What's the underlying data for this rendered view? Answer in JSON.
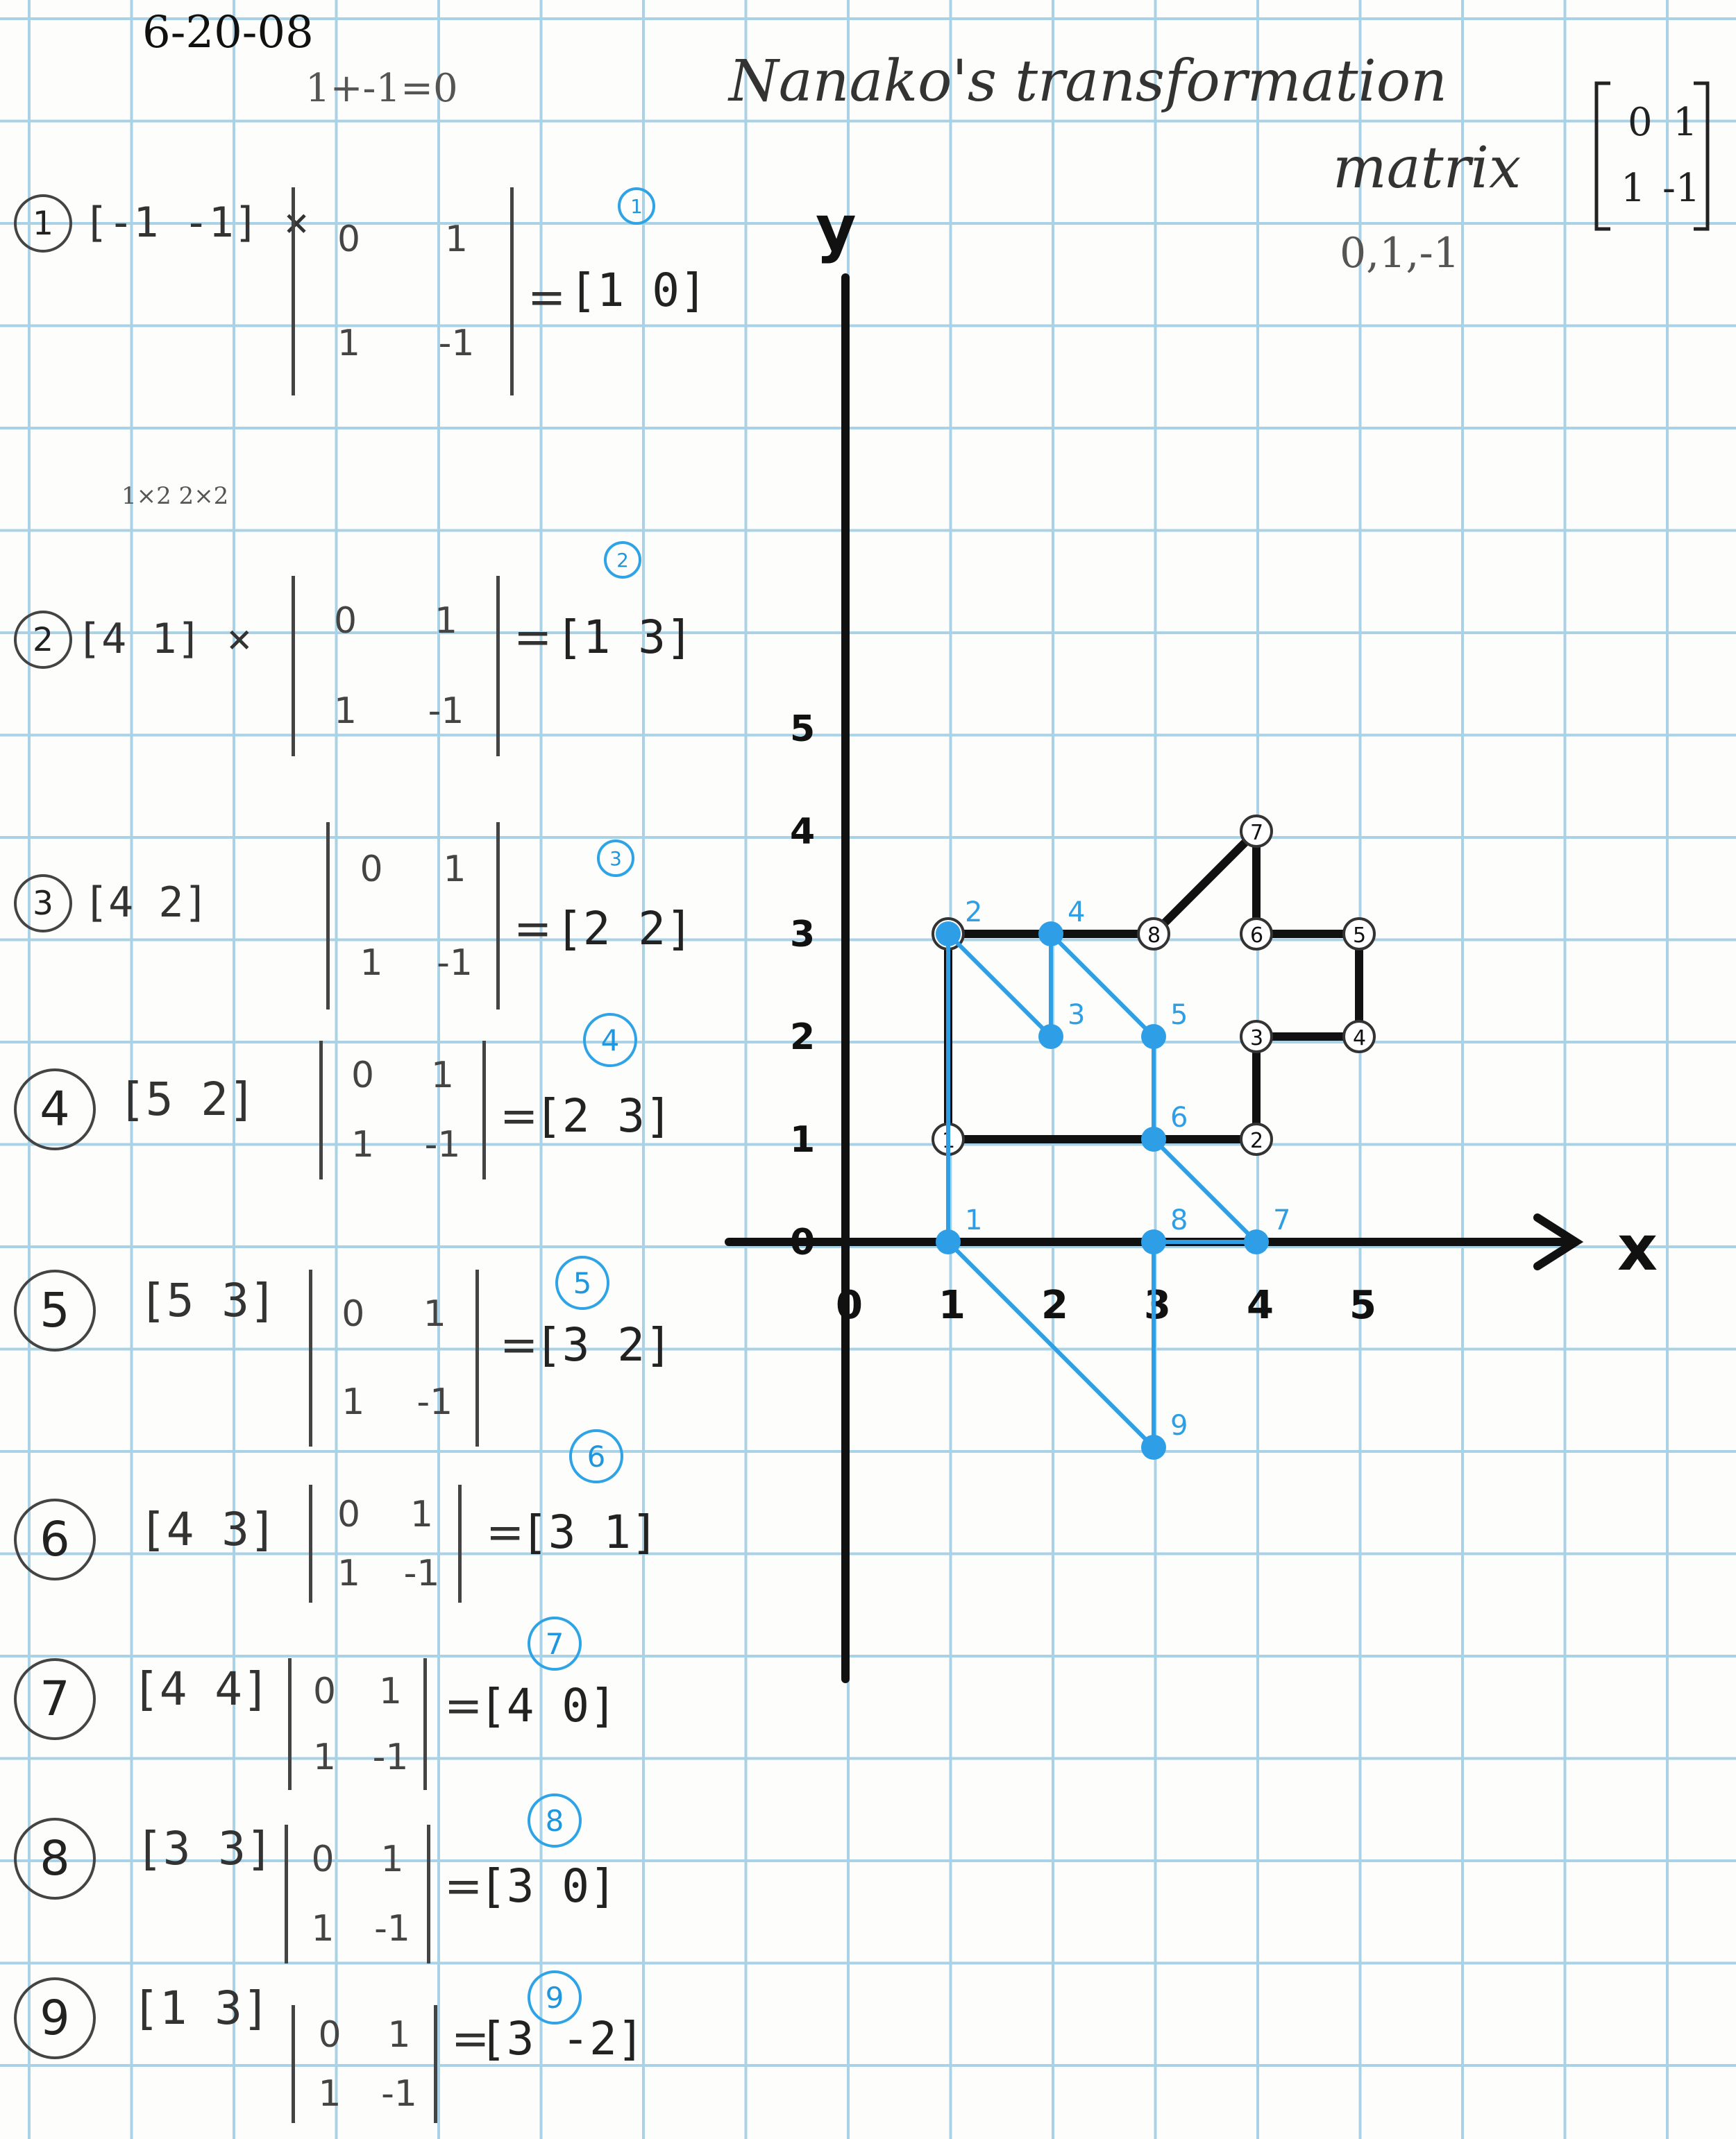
{
  "header": {
    "date": "6-20-08",
    "check": "1+-1=0",
    "title": "Nanako's transformation",
    "matrix_word": "matrix",
    "matrix_values": "0,1,-1",
    "transform_matrix": [
      [
        "0",
        "1"
      ],
      [
        "1",
        "-1"
      ]
    ],
    "dims_note": "1×2   2×2"
  },
  "computations": [
    {
      "num": "1",
      "vec": "-1 -1",
      "matrix": [
        "0",
        "1",
        "1",
        "-1"
      ],
      "eq": "=",
      "res": "1 0",
      "blue": "1"
    },
    {
      "num": "2",
      "vec": "4 1",
      "matrix": [
        "0",
        "1",
        "1",
        "-1"
      ],
      "eq": "=",
      "res": "1 3",
      "blue": "2"
    },
    {
      "num": "3",
      "vec": "4 2",
      "matrix": [
        "0",
        "1",
        "1",
        "-1"
      ],
      "eq": "=",
      "res": "2 2",
      "blue": "3"
    },
    {
      "num": "4",
      "vec": "5 2",
      "matrix": [
        "0",
        "1",
        "1",
        "-1"
      ],
      "eq": "=",
      "res": "2 3",
      "blue": "4"
    },
    {
      "num": "5",
      "vec": "5 3",
      "matrix": [
        "0",
        "1",
        "1",
        "-1"
      ],
      "eq": "=",
      "res": "3 2",
      "blue": "5"
    },
    {
      "num": "6",
      "vec": "4 3",
      "matrix": [
        "0",
        "1",
        "1",
        "-1"
      ],
      "eq": "=",
      "res": "3 1",
      "blue": "6"
    },
    {
      "num": "7",
      "vec": "4 4",
      "matrix": [
        "0",
        "1",
        "1",
        "-1"
      ],
      "eq": "=",
      "res": "4 0",
      "blue": "7"
    },
    {
      "num": "8",
      "vec": "3 3",
      "matrix": [
        "0",
        "1",
        "1",
        "-1"
      ],
      "eq": "=",
      "res": "3 0",
      "blue": "8"
    },
    {
      "num": "9",
      "vec": "1 3",
      "matrix": [
        "0",
        "1",
        "1",
        "-1"
      ],
      "eq": "=",
      "res": "3 -2",
      "blue": "9"
    }
  ],
  "graph": {
    "x_label": "x",
    "y_label": "y",
    "x_ticks": [
      "0",
      "1",
      "2",
      "3",
      "4",
      "5"
    ],
    "y_ticks": [
      "0",
      "1",
      "2",
      "3",
      "4",
      "5"
    ],
    "original_color": "#111111",
    "image_color": "#2e9fe6",
    "original_points": [
      {
        "label": "1",
        "x": 1,
        "y": 1
      },
      {
        "label": "2",
        "x": 4,
        "y": 1
      },
      {
        "label": "3",
        "x": 4,
        "y": 2
      },
      {
        "label": "4",
        "x": 5,
        "y": 2
      },
      {
        "label": "5",
        "x": 5,
        "y": 3
      },
      {
        "label": "6",
        "x": 4,
        "y": 3
      },
      {
        "label": "7",
        "x": 4,
        "y": 4
      },
      {
        "label": "8",
        "x": 3,
        "y": 3
      },
      {
        "label": "9",
        "x": 1,
        "y": 3
      }
    ],
    "original_extra": {
      "label": "",
      "x": 1,
      "y": 0
    },
    "image_points": [
      {
        "label": "1",
        "x": 1,
        "y": 0
      },
      {
        "label": "2",
        "x": 1,
        "y": 3
      },
      {
        "label": "3",
        "x": 2,
        "y": 2
      },
      {
        "label": "4",
        "x": 2,
        "y": 3
      },
      {
        "label": "5",
        "x": 3,
        "y": 2
      },
      {
        "label": "6",
        "x": 3,
        "y": 1
      },
      {
        "label": "7",
        "x": 4,
        "y": 0
      },
      {
        "label": "8",
        "x": 3,
        "y": 0
      },
      {
        "label": "9",
        "x": 3,
        "y": -2
      }
    ]
  }
}
